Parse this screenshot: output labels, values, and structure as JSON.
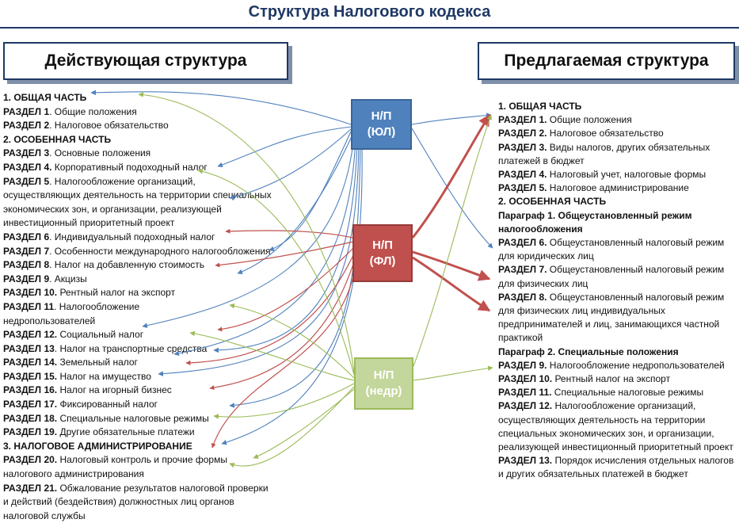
{
  "title": "Структура  Налогового кодекса",
  "left_header": "Действующая структура",
  "right_header": "Предлагаемая структура",
  "nodes": {
    "yl": {
      "line1": "Н/П",
      "line2": "(ЮЛ)",
      "color": "#4f81bd"
    },
    "fl": {
      "line1": "Н/П",
      "line2": "(ФЛ)",
      "color": "#c0504d"
    },
    "ndr": {
      "line1": "Н/П",
      "line2": "(недр)",
      "color": "#c3d69b"
    }
  },
  "current_structure": [
    {
      "bold": "1. ОБЩАЯ ЧАСТЬ",
      "text": ""
    },
    {
      "bold": "РАЗДЕЛ 1",
      "text": ". Общие положения"
    },
    {
      "bold": "РАЗДЕЛ 2",
      "text": ". Налоговое обязательство"
    },
    {
      "bold": "2. ОСОБЕННАЯ ЧАСТЬ",
      "text": ""
    },
    {
      "bold": "РАЗДЕЛ 3",
      "text": ". Основные положения"
    },
    {
      "bold": "РАЗДЕЛ 4.",
      "text": " Корпоративный подоходный налог"
    },
    {
      "bold": "РАЗДЕЛ 5",
      "text": ". Налогообложение организаций,"
    },
    {
      "bold": "",
      "text": "осуществляющих деятельность на территории специальных"
    },
    {
      "bold": "",
      "text": "экономических зон, и организации, реализующей"
    },
    {
      "bold": "",
      "text": "инвестиционный приоритетный проект"
    },
    {
      "bold": "РАЗДЕЛ 6",
      "text": ". Индивидуальный подоходный налог"
    },
    {
      "bold": "РАЗДЕЛ 7",
      "text": ". Особенности международного налогообложения"
    },
    {
      "bold": "РАЗДЕЛ 8",
      "text": ". Налог на добавленную стоимость"
    },
    {
      "bold": "РАЗДЕЛ 9",
      "text": ". Акцизы"
    },
    {
      "bold": "РАЗДЕЛ 10.",
      "text": " Рентный налог на экспорт"
    },
    {
      "bold": "РАЗДЕЛ 11",
      "text": ". Налогообложение"
    },
    {
      "bold": "",
      "text": " недропользователей"
    },
    {
      "bold": "РАЗДЕЛ 12.",
      "text": " Социальный налог"
    },
    {
      "bold": "РАЗДЕЛ 13",
      "text": ". Налог на транспортные средства"
    },
    {
      "bold": "РАЗДЕЛ 14.",
      "text": " Земельный налог"
    },
    {
      "bold": "РАЗДЕЛ 15.",
      "text": " Налог на имущество"
    },
    {
      "bold": "РАЗДЕЛ 16.",
      "text": " Налог на игорный бизнес"
    },
    {
      "bold": "РАЗДЕЛ 17.",
      "text": " Фиксированный налог"
    },
    {
      "bold": "РАЗДЕЛ 18.",
      "text": " Специальные налоговые режимы"
    },
    {
      "bold": "РАЗДЕЛ 19.",
      "text": " Другие обязательные платежи"
    },
    {
      "bold": "3. НАЛОГОВОЕ АДМИНИСТРИРОВАНИЕ",
      "text": ""
    },
    {
      "bold": "РАЗДЕЛ 20.",
      "text": " Налоговый контроль и прочие формы"
    },
    {
      "bold": "",
      "text": "налогового администрирования"
    },
    {
      "bold": "РАЗДЕЛ 21.",
      "text": " Обжалование результатов налоговой проверки"
    },
    {
      "bold": "",
      "text": "и действий (бездействия) должностных лиц органов"
    },
    {
      "bold": "",
      "text": "налоговой службы"
    }
  ],
  "proposed_structure": [
    {
      "bold": "1. ОБЩАЯ ЧАСТЬ",
      "text": ""
    },
    {
      "bold": "РАЗДЕЛ 1.",
      "text": " Общие положения"
    },
    {
      "bold": "РАЗДЕЛ 2.",
      "text": " Налоговое обязательство"
    },
    {
      "bold": "РАЗДЕЛ 3.",
      "text": " Виды налогов, других обязательных"
    },
    {
      "bold": "",
      "text": "платежей в бюджет"
    },
    {
      "bold": "РАЗДЕЛ 4.",
      "text": " Налоговый учет, налоговые формы"
    },
    {
      "bold": "РАЗДЕЛ 5.",
      "text": " Налоговое администрирование"
    },
    {
      "bold": "2. ОСОБЕННАЯ ЧАСТЬ",
      "text": ""
    },
    {
      "bold": "Параграф 1. Общеустановленный режим",
      "text": ""
    },
    {
      "bold": "налогообложения",
      "text": ""
    },
    {
      "bold": "РАЗДЕЛ 6.",
      "text": " Общеустановленный налоговый режим"
    },
    {
      "bold": "",
      "text": "для юридических лиц"
    },
    {
      "bold": "РАЗДЕЛ 7.",
      "text": " Общеустановленный налоговый режим"
    },
    {
      "bold": "",
      "text": "для физических лиц"
    },
    {
      "bold": "РАЗДЕЛ 8.",
      "text": " Общеустановленный налоговый режим"
    },
    {
      "bold": "",
      "text": "для физических лиц индивидуальных"
    },
    {
      "bold": "",
      "text": "предпринимателей и лиц, занимающихся частной"
    },
    {
      "bold": "",
      "text": "практикой"
    },
    {
      "bold": "Параграф 2. Специальные положения",
      "text": ""
    },
    {
      "bold": "РАЗДЕЛ 9.",
      "text": " Налогообложение недропользователей"
    },
    {
      "bold": "РАЗДЕЛ 10.",
      "text": " Рентный налог на экспорт"
    },
    {
      "bold": "РАЗДЕЛ 11.",
      "text": " Специальные налоговые режимы"
    },
    {
      "bold": "РАЗДЕЛ 12.",
      "text": " Налогообложение организаций,"
    },
    {
      "bold": "",
      "text": "осуществляющих деятельность на территории"
    },
    {
      "bold": "",
      "text": "специальных экономических зон, и организации,"
    },
    {
      "bold": "",
      "text": "реализующей инвестиционный приоритетный проект"
    },
    {
      "bold": "РАЗДЕЛ 13.",
      "text": " Порядок исчисления отдельных налогов"
    },
    {
      "bold": "",
      "text": "и других обязательных платежей в бюджет"
    }
  ],
  "colors": {
    "blue": "#4f81bd",
    "red": "#c0504d",
    "green": "#9bbb59",
    "navy": "#1f3864"
  }
}
